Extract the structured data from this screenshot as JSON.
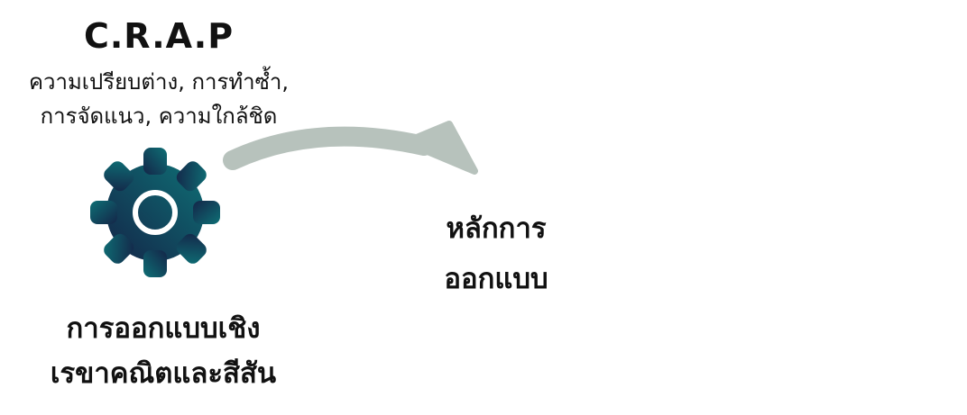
{
  "title": "C.R.A.P",
  "subtitle": {
    "line1": "ความเปรียบต่าง, การทำซ้ำ,",
    "line2": "การจัดแนว, ความใกล้ชิด"
  },
  "principle_label": {
    "line1": "หลักการ",
    "line2": "ออกแบบ"
  },
  "bottom_label": {
    "line1": "การออกแบบเชิง",
    "line2": "เรขาคณิตและสีสัน"
  },
  "icons": {
    "gear": "gear-icon",
    "arrow": "curved-arrow-icon"
  },
  "colors": {
    "gear_dark": "#122a4a",
    "gear_teal": "#0e6b72",
    "arrow": "#b7c2bc",
    "text": "#111111"
  }
}
